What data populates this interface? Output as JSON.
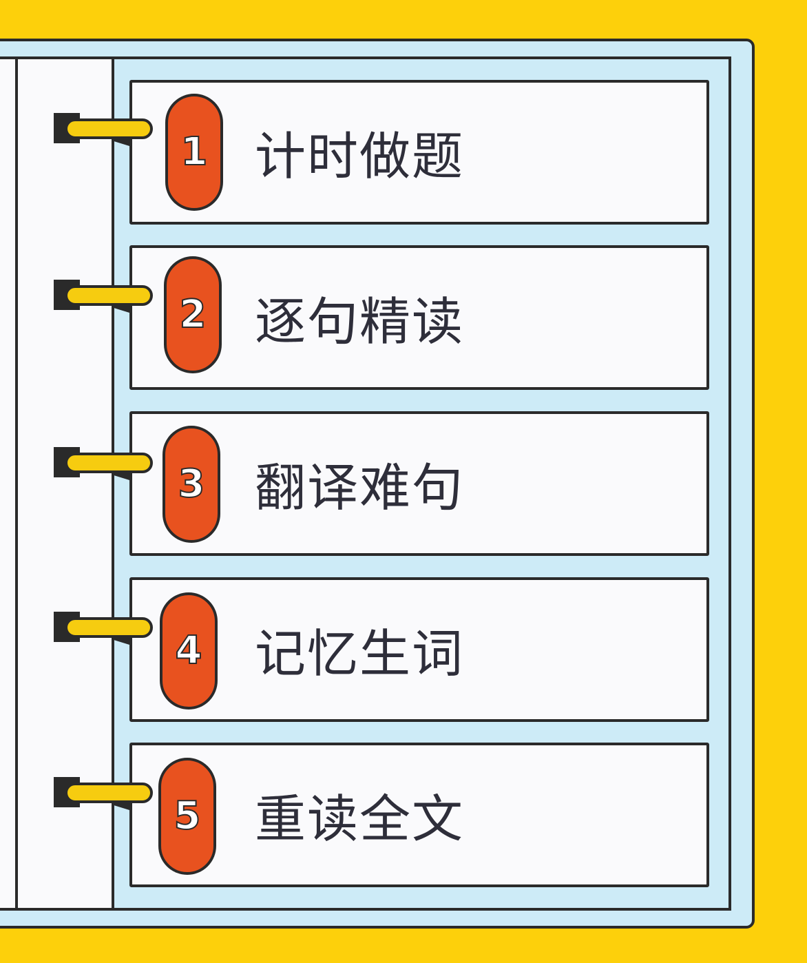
{
  "steps": [
    {
      "number": "1",
      "label": "计时做题"
    },
    {
      "number": "2",
      "label": "逐句精读"
    },
    {
      "number": "3",
      "label": "翻译难句"
    },
    {
      "number": "4",
      "label": "记忆生词"
    },
    {
      "number": "5",
      "label": "重读全文"
    }
  ],
  "colors": {
    "background": "#FDD00B",
    "frame": "#CDEBF7",
    "card": "#FAFAFC",
    "pill": "#E8521F",
    "ring": "#F6CC10",
    "outline": "#2A2A2A",
    "text": "#2E2E3A"
  },
  "icons": {
    "ring": "binder-ring-icon"
  }
}
